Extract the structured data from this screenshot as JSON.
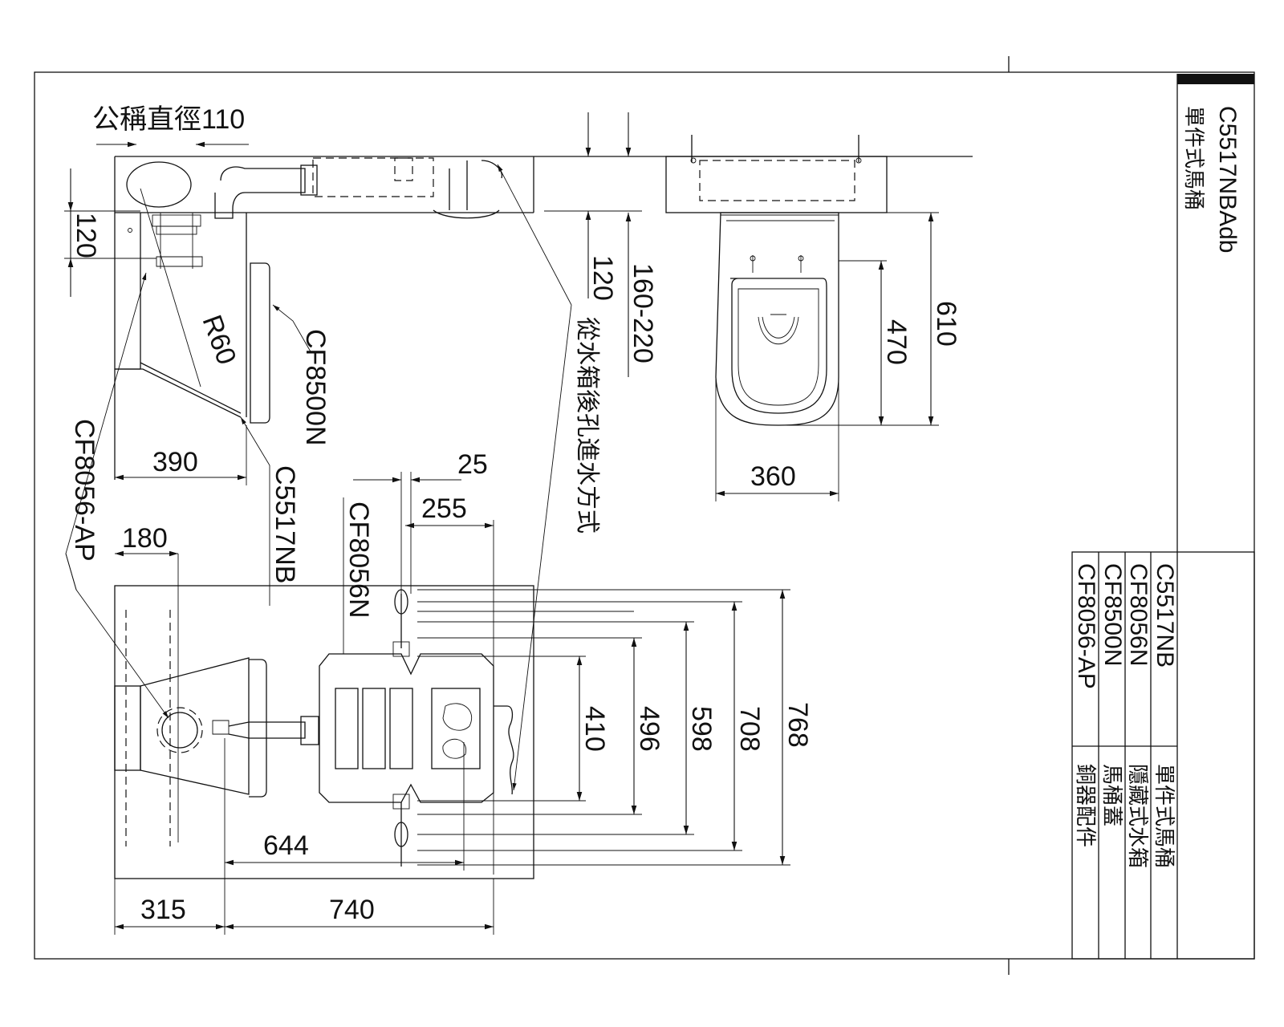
{
  "title_block": {
    "model": "C5517NBAdb",
    "description": "單件式馬桶",
    "parts": [
      {
        "code": "C5517NB",
        "name": "單件式馬桶"
      },
      {
        "code": "CF8056N",
        "name": "隱藏式水箱"
      },
      {
        "code": "CF8500N",
        "name": "馬桶蓋"
      },
      {
        "code": "CF8056-AP",
        "name": "銅器配件"
      }
    ]
  },
  "side_view": {
    "pipe_label": "公稱直徑110",
    "dim_120_left": "120",
    "radius_label": "R60",
    "seat_label": "CF8500N",
    "bowl_label": "C5517NB",
    "fitting_label": "CF8056-AP",
    "dim_390": "390",
    "dim_120_mid": "120",
    "dim_160_220": "160-220",
    "inlet_note": "從水箱後孔進水方式"
  },
  "front_view": {
    "dim_360": "360",
    "dim_470": "470",
    "dim_610": "610"
  },
  "plan_view": {
    "dim_25": "25",
    "dim_255": "255",
    "tank_label": "CF8056N",
    "dim_180": "180",
    "dim_410": "410",
    "dim_496": "496",
    "dim_598": "598",
    "dim_708": "708",
    "dim_768": "768",
    "dim_644": "644",
    "dim_315": "315",
    "dim_740": "740"
  }
}
